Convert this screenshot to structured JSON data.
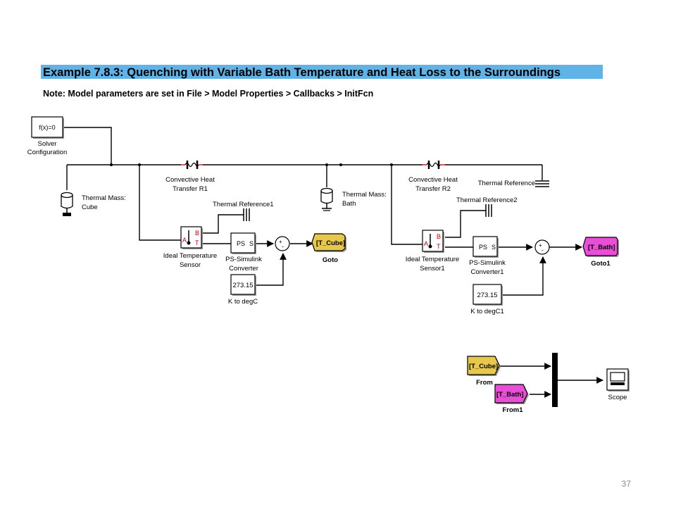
{
  "title": "Example 7.8.3: Quenching with Variable Bath Temperature and Heat Loss to the Surroundings",
  "note": "Note: Model parameters are set in File > Model Properties > Callbacks > InitFcn",
  "page_number": "37",
  "colors": {
    "title_highlight": "#5fb3e6",
    "goto_cube": "#e8c84a",
    "goto_bath": "#e84fd6"
  },
  "blocks": {
    "solver": {
      "text": "f(x)=0",
      "label1": "Solver",
      "label2": "Configuration"
    },
    "thermal_mass_cube": {
      "label1": "Thermal Mass:",
      "label2": "Cube"
    },
    "thermal_mass_bath": {
      "label1": "Thermal Mass:",
      "label2": "Bath"
    },
    "conv_r1": {
      "label1": "Convective Heat",
      "label2": "Transfer R1"
    },
    "conv_r2": {
      "label1": "Convective Heat",
      "label2": "Transfer R2"
    },
    "thermal_ref": {
      "label": "Thermal Reference"
    },
    "thermal_ref1": {
      "label": "Thermal Reference1"
    },
    "thermal_ref2": {
      "label": "Thermal Reference2"
    },
    "sensor": {
      "label1": "Ideal Temperature",
      "label2": "Sensor",
      "port_a": "A",
      "port_b": "B",
      "port_t": "T"
    },
    "sensor1": {
      "label1": "Ideal Temperature",
      "label2": "Sensor1",
      "port_a": "A",
      "port_b": "B",
      "port_t": "T"
    },
    "ps_converter": {
      "text_ps": "PS",
      "text_s": "S",
      "label1": "PS-Simulink",
      "label2": "Converter"
    },
    "ps_converter1": {
      "text_ps": "PS",
      "text_s": "S",
      "label1": "PS-Simulink",
      "label2": "Converter1"
    },
    "const_k": {
      "value": "273.15",
      "label": "K to degC"
    },
    "const_k1": {
      "value": "273.15",
      "label": "K to degC1"
    },
    "sum1": {
      "plus": "+",
      "minus": "-"
    },
    "sum2": {
      "plus": "+",
      "minus": "-"
    },
    "goto": {
      "tag": "[T_Cube]",
      "label": "Goto"
    },
    "goto1": {
      "tag": "[T_Bath]",
      "label": "Goto1"
    },
    "from": {
      "tag": "[T_Cube]",
      "label": "From"
    },
    "from1": {
      "tag": "[T_Bath]",
      "label": "From1"
    },
    "scope": {
      "label": "Scope"
    }
  }
}
